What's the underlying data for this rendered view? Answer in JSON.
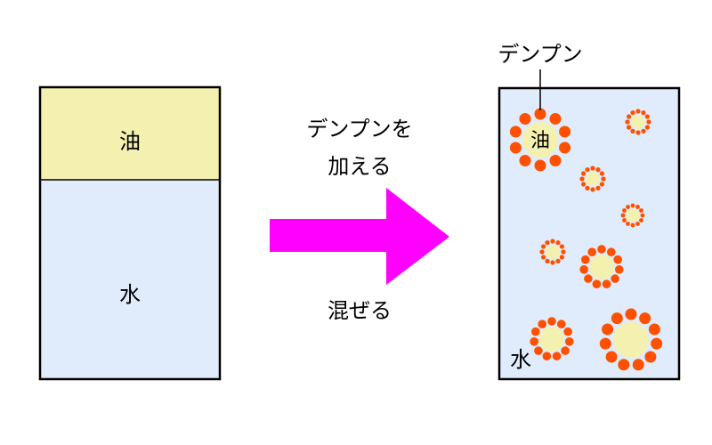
{
  "before": {
    "oil_label": "油",
    "water_label": "水",
    "oil_color": "#f4f0b0",
    "water_color": "#e0ebfb"
  },
  "process": {
    "line1": "デンプンを",
    "line2": "加える",
    "line3": "混ぜる",
    "arrow_color": "#ff00ff"
  },
  "after": {
    "callout_label": "デンプン",
    "oil_label": "油",
    "water_label": "水",
    "starch_color": "#ff5000",
    "droplet_count": 8
  }
}
